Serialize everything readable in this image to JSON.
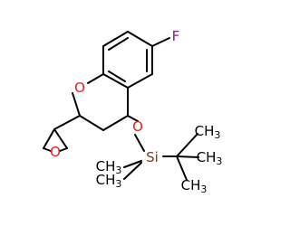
{
  "molecule": {
    "atoms": {
      "fluorine": {
        "text": "F",
        "color": "#8b1a8b"
      },
      "ring_oxygen": {
        "text": "O",
        "color": "#e32020"
      },
      "epoxide_oxygen": {
        "text": "O",
        "color": "#e32020"
      },
      "ether_oxygen": {
        "text": "O",
        "color": "#e32020"
      },
      "silicon": {
        "text": "Si",
        "color": "#7a3f1e"
      },
      "methyl_1": {
        "text": "CH3",
        "color": "#000000"
      },
      "methyl_2": {
        "text": "CH3",
        "color": "#000000"
      },
      "tbutyl_methyl_1": {
        "text": "CH3",
        "color": "#000000"
      },
      "tbutyl_methyl_2": {
        "text": "CH3",
        "color": "#000000"
      },
      "tbutyl_methyl_3": {
        "text": "CH3",
        "color": "#000000"
      }
    }
  }
}
